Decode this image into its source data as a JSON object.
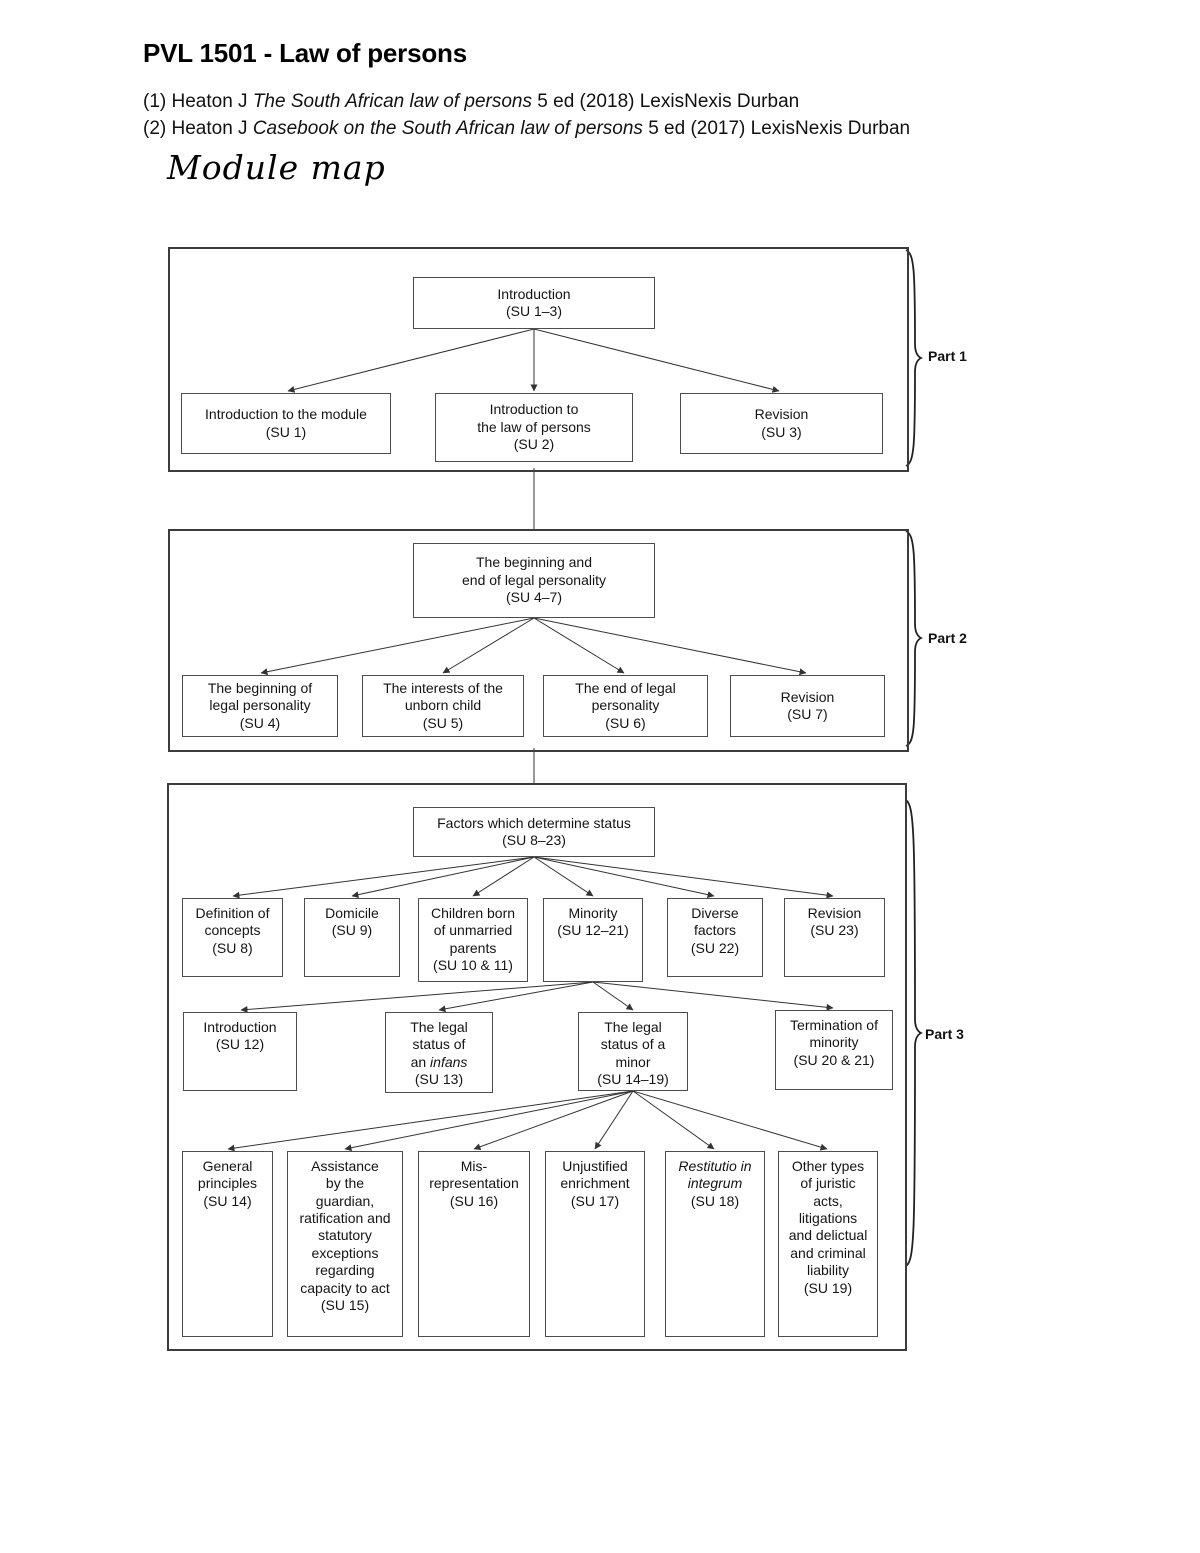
{
  "page": {
    "title": "PVL 1501 - Law of persons",
    "references": [
      {
        "prefix": "(1) Heaton J ",
        "title": "The South African law of persons",
        "suffix": " 5 ed (2018) LexisNexis Durban"
      },
      {
        "prefix": "(2) Heaton J ",
        "title": "Casebook on the South African law of persons",
        "suffix": " 5 ed (2017) LexisNexis Durban"
      }
    ],
    "map_heading": "Module map"
  },
  "diagram": {
    "part1": {
      "label": "Part 1",
      "root": [
        "Introduction",
        "(SU 1–3)"
      ],
      "children": [
        [
          "Introduction to the module",
          "(SU 1)"
        ],
        [
          "Introduction to",
          "the law of persons",
          "(SU 2)"
        ],
        [
          "Revision",
          "(SU 3)"
        ]
      ]
    },
    "part2": {
      "label": "Part 2",
      "root": [
        "The beginning and",
        "end of legal personality",
        "(SU 4–7)"
      ],
      "children": [
        [
          "The beginning of",
          "legal personality",
          "(SU 4)"
        ],
        [
          "The interests of the",
          "unborn child",
          "(SU 5)"
        ],
        [
          "The end of legal",
          "personality",
          "(SU 6)"
        ],
        [
          "Revision",
          "(SU 7)"
        ]
      ]
    },
    "part3": {
      "label": "Part 3",
      "root": [
        "Factors which determine status",
        "(SU 8–23)"
      ],
      "row1": [
        [
          "Definition of",
          "concepts",
          "(SU 8)"
        ],
        [
          "Domicile",
          "(SU 9)"
        ],
        [
          "Children born",
          "of unmarried",
          "parents",
          "(SU 10 & 11)"
        ],
        [
          "Minority",
          "(SU 12–21)"
        ],
        [
          "Diverse",
          "factors",
          "(SU 22)"
        ],
        [
          "Revision",
          "(SU 23)"
        ]
      ],
      "row2": {
        "intro": [
          "Introduction",
          "(SU 12)"
        ],
        "infans": {
          "l1": "The legal",
          "l2": "status of",
          "l3a": "an ",
          "l3b": "infans",
          "l4": "(SU 13)"
        },
        "minor": [
          "The legal",
          "status of a",
          "minor",
          "(SU 14–19)"
        ],
        "termination": [
          "Termination of",
          "minority",
          "(SU 20 & 21)"
        ]
      },
      "row3": {
        "general": [
          "General",
          "principles",
          "(SU 14)"
        ],
        "assistance": [
          "Assistance",
          "by the",
          "guardian,",
          "ratification and",
          "statutory",
          "exceptions",
          "regarding",
          "capacity to act",
          "(SU 15)"
        ],
        "misrepresentation": [
          "Mis-",
          "representation",
          "(SU 16)"
        ],
        "enrichment": [
          "Unjustified",
          "enrichment",
          "(SU 17)"
        ],
        "restitutio": {
          "l1": "Restitutio in",
          "l2": "integrum",
          "l3": "(SU 18)"
        },
        "other": [
          "Other types",
          "of juristic",
          "acts,",
          "litigations",
          "and delictual",
          "and criminal",
          "liability",
          "(SU 19)"
        ]
      }
    }
  }
}
